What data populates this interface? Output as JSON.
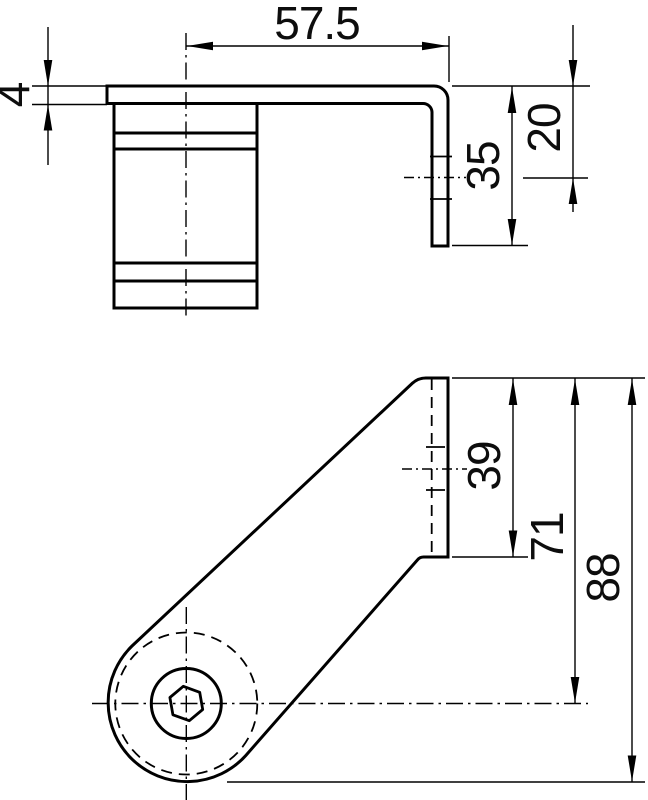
{
  "title": "Bracket technical drawing, two views",
  "colors": {
    "line": "#000000",
    "background": "#ffffff"
  },
  "dims": {
    "plate_thickness": "4",
    "overall_width": "57.5",
    "leg_height": "35",
    "hole_offset": "20",
    "shoulder_height": "39",
    "hole_center_height": "71",
    "overall_height": "88"
  }
}
